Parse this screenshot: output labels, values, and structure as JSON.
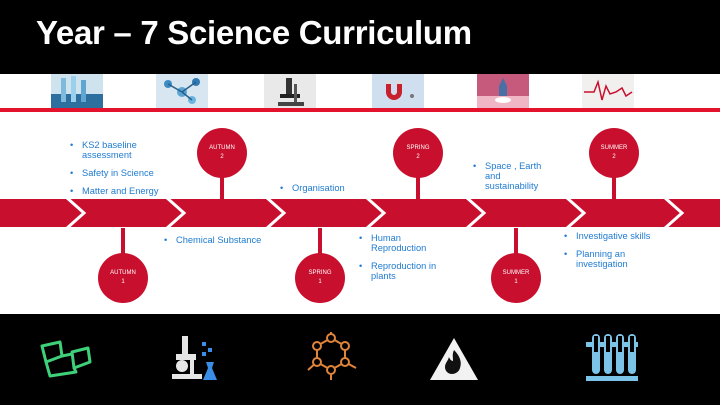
{
  "title": "Year – 7  Science Curriculum",
  "thumbnails": [
    "test-tubes-photo",
    "molecules-photo",
    "microscope-photo",
    "magnet-photo",
    "rocket-photo",
    "heartbeat-photo"
  ],
  "timeline": {
    "arrow_color": "#c8102e",
    "top_markers": [
      {
        "label": "AUTUMN",
        "num": "2"
      },
      {
        "label": "SPRING",
        "num": "2"
      },
      {
        "label": "SUMMER",
        "num": "2"
      }
    ],
    "bottom_markers": [
      {
        "label": "AUTUMN",
        "num": "1"
      },
      {
        "label": "SPRING",
        "num": "1"
      },
      {
        "label": "SUMMER",
        "num": "1"
      }
    ],
    "topics": {
      "autumn1": [
        "KS2 baseline assessment",
        "Safety in Science",
        "Matter and Energy"
      ],
      "autumn2": [
        "Chemical Substance"
      ],
      "spring1": [
        "Organisation"
      ],
      "spring2": [
        "Human Reproduction",
        "Reproduction in plants"
      ],
      "summer1": [
        "Space , Earth and sustainability"
      ],
      "summer2": [
        "Investigative skills",
        "Planning an investigation"
      ]
    }
  },
  "footer_icons": [
    "3d-glasses-icon",
    "lab-microscope-icon",
    "molecule-icon",
    "fire-hazard-icon",
    "test-tube-rack-icon"
  ]
}
